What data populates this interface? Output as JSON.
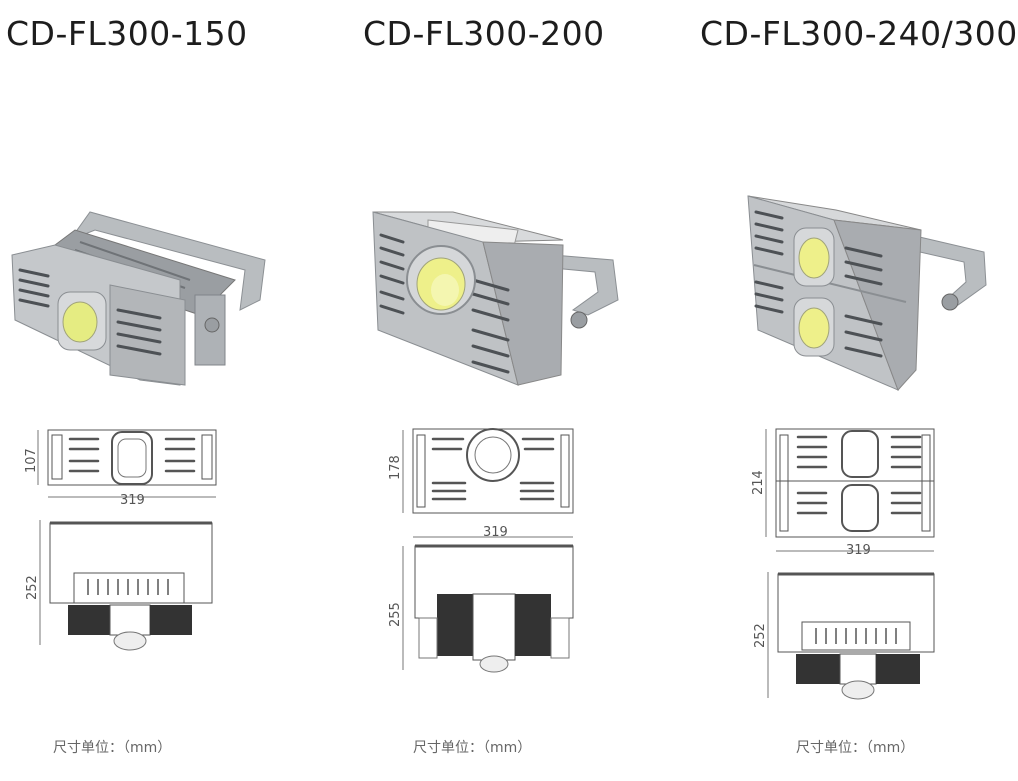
{
  "products": [
    {
      "model": "CD-FL300-150",
      "front_height": "107",
      "width": "319",
      "side_height": "252",
      "unit_note": "尺寸单位：（mm）"
    },
    {
      "model": "CD-FL300-200",
      "front_height": "178",
      "width": "319",
      "side_height": "255",
      "unit_note": "尺寸单位：（mm）"
    },
    {
      "model": "CD-FL300-240/300",
      "front_height": "214",
      "width": "319",
      "side_height": "252",
      "unit_note": "尺寸单位：（mm）"
    }
  ]
}
